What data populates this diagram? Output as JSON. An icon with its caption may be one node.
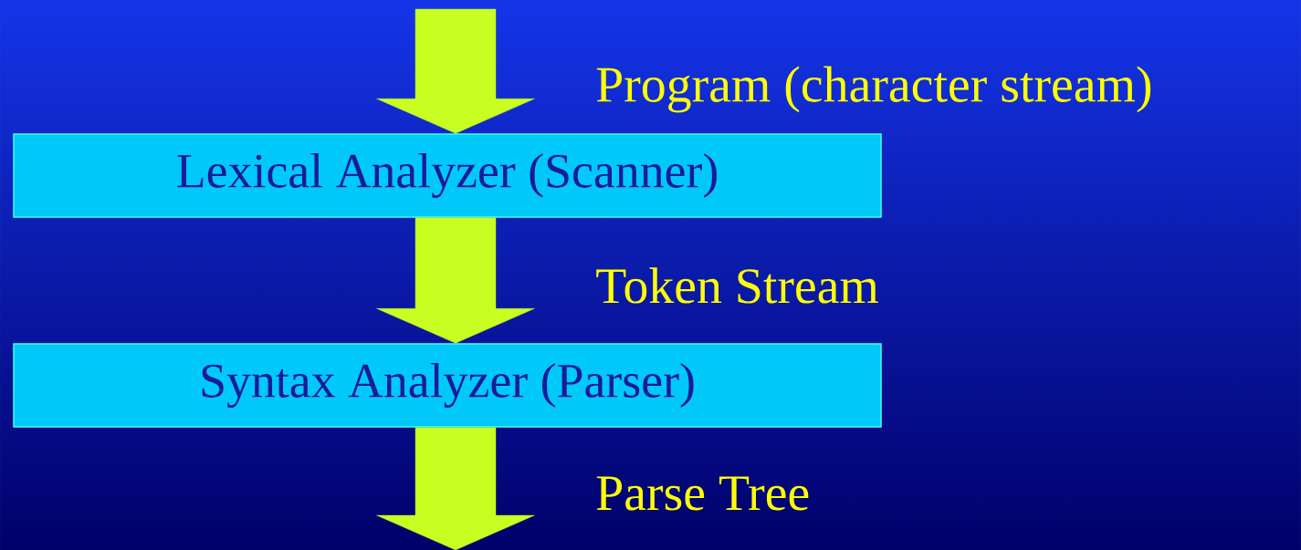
{
  "diagram": {
    "nodes": [
      {
        "text": [
          "Lexical Analyzer (Scanner)"
        ]
      },
      {
        "text": [
          "Syntax Analyzer (Parser)"
        ]
      }
    ],
    "edges": [
      {
        "from": null,
        "to": 0,
        "arrow": "to",
        "label": "Program (character stream)"
      },
      {
        "from": 0,
        "to": 1,
        "arrow": "to",
        "label": "Token Stream"
      },
      {
        "from": 1,
        "to": null,
        "arrow": "to",
        "label": "Parse Tree"
      }
    ]
  }
}
